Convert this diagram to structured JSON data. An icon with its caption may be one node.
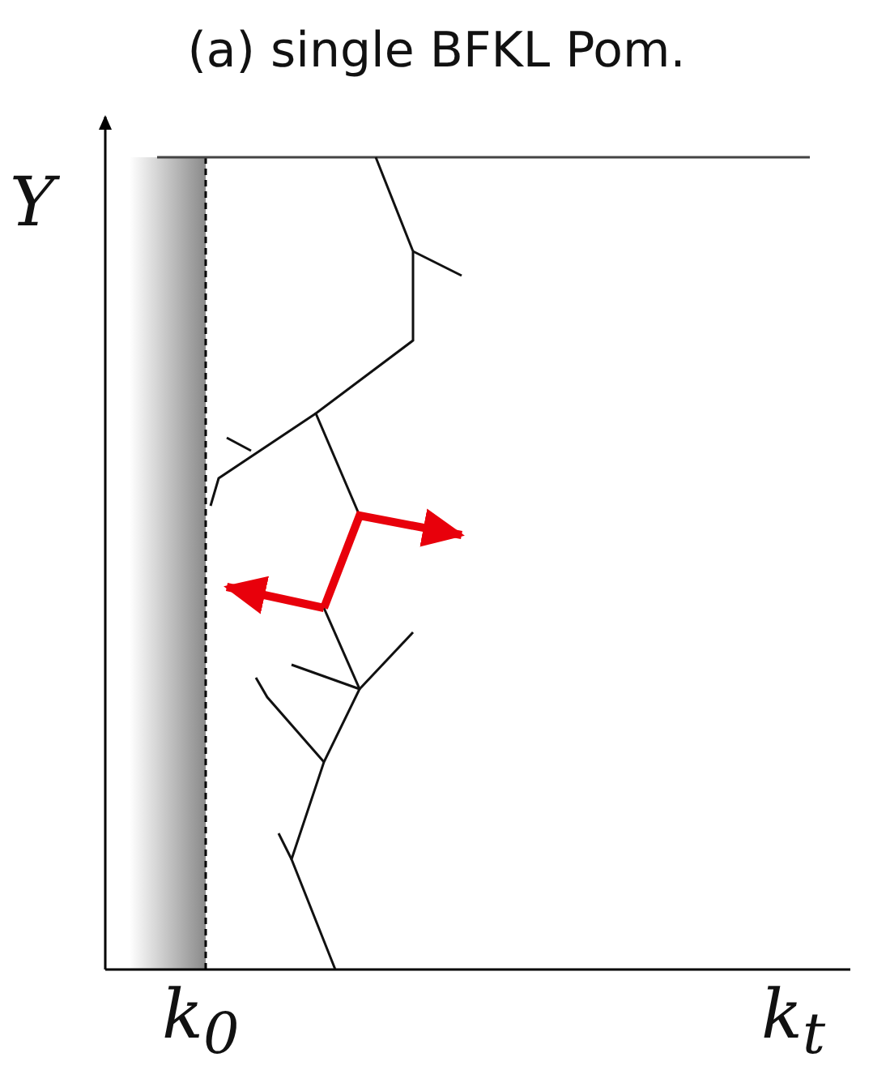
{
  "diagram": {
    "title": "(a) single BFKL Pom.",
    "labels": [
      "Y",
      "k$_{0}$",
      "k$_{t}$"
    ]
  }
}
